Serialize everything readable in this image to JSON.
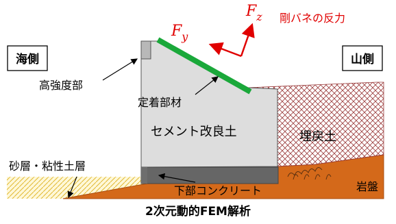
{
  "labels": {
    "sea_side": "海側",
    "mountain_side": "山側",
    "high_strength": "高強度部",
    "anchor_member": "定着部材",
    "cement_improved_soil": "セメント改良土",
    "backfill": "埋戻土",
    "sand_clay_layer": "砂層・粘性土層",
    "lower_concrete": "下部コンクリート",
    "bedrock": "岩盤",
    "title": "2次元動的FEM解析",
    "spring_reaction": "剛バネの反力"
  },
  "forces": {
    "fy_letter": "F",
    "fy_sub": "y",
    "fz_letter": "F",
    "fz_sub": "z"
  },
  "colors": {
    "anchor": "#1aa83a",
    "bedrock": "#d4691a",
    "sand": "#e8c84a",
    "backfill_hatch": "#9a3a3a",
    "cement": "#dddddd",
    "lower_concrete": "#666666",
    "force_arrows": "#e00000"
  }
}
